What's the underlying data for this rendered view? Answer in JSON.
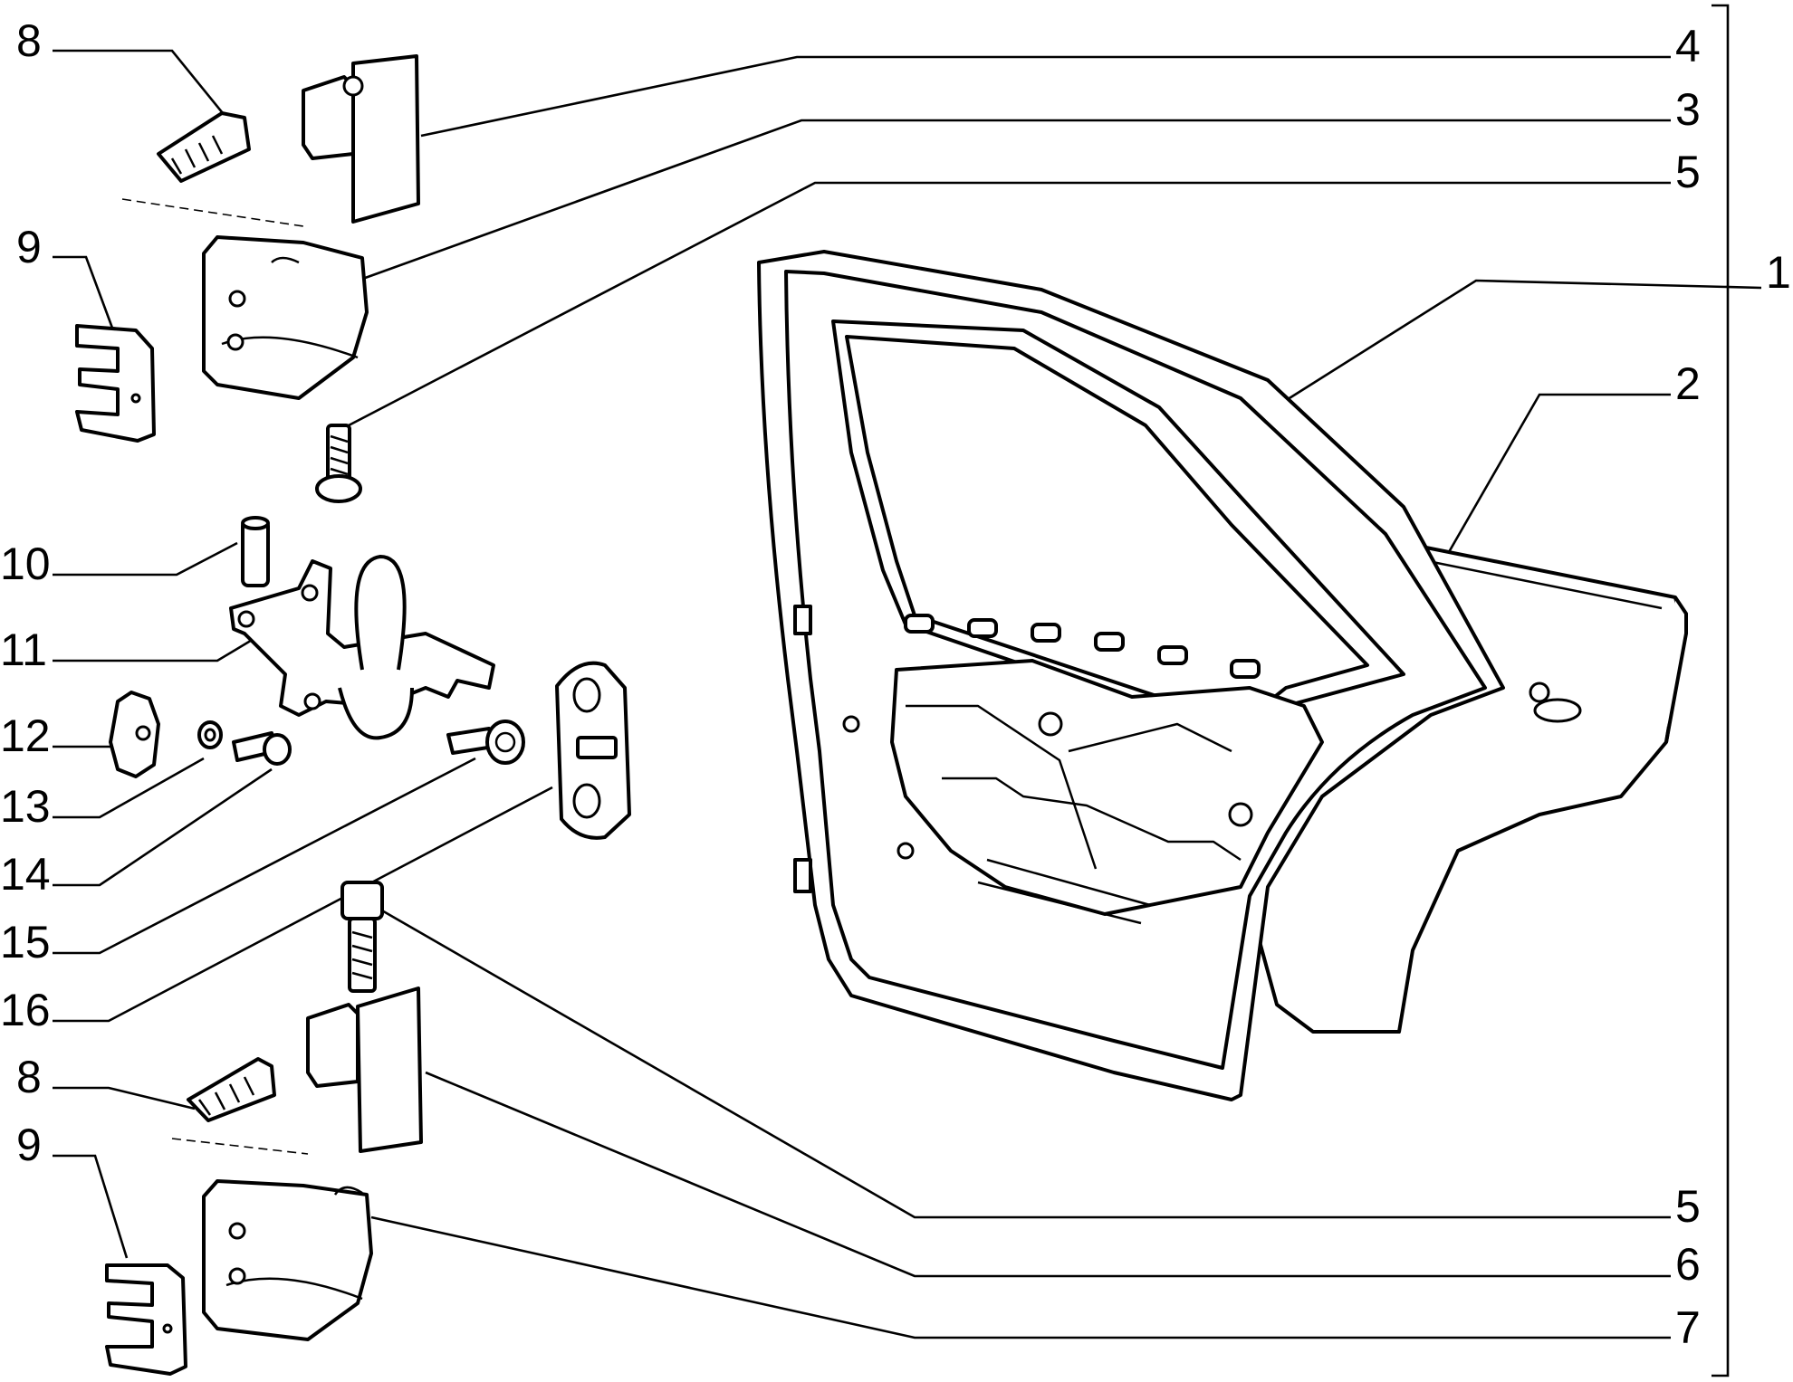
{
  "callouts": {
    "right": [
      "4",
      "3",
      "5",
      "1",
      "2",
      "5",
      "6",
      "7"
    ],
    "left": [
      "8",
      "9",
      "10",
      "11",
      "12",
      "13",
      "14",
      "15",
      "16",
      "8",
      "9"
    ]
  }
}
